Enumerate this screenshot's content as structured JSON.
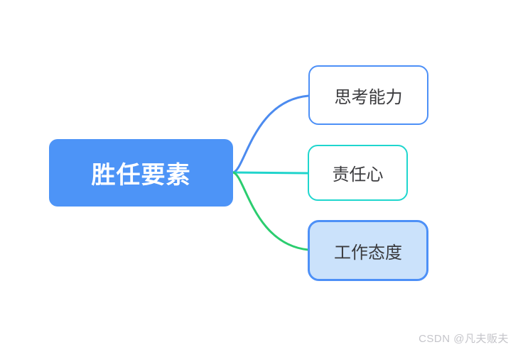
{
  "mindmap": {
    "root": {
      "label": "胜任要素"
    },
    "children": [
      {
        "label": "思考能力"
      },
      {
        "label": "责任心"
      },
      {
        "label": "工作态度"
      }
    ]
  },
  "watermark": {
    "text": "CSDN @凡夫贩夫"
  },
  "colors": {
    "root_fill": "#4D94F7",
    "root_text": "#FFFFFF",
    "child_text": "#3B3B3E",
    "child1_border": "#4D90F7",
    "child2_border": "#1FD6CE",
    "child3_border": "#4D90F7",
    "child3_fill": "#CBE2FB",
    "edge_blue": "#4C8BEF",
    "edge_teal": "#21D4CC",
    "edge_green": "#2BCD6F",
    "watermark_text": "#C5C5CA"
  }
}
